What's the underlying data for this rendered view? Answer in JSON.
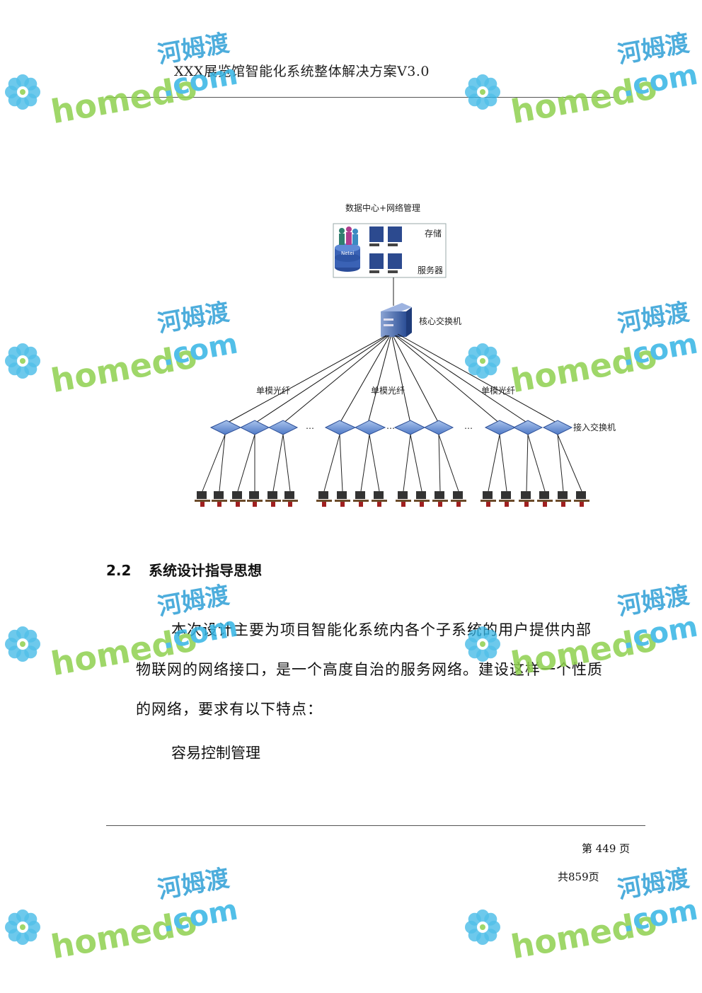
{
  "header": {
    "title": "XXX展览馆智能化系统整体解决方案V3.0"
  },
  "diagram": {
    "top_label": "数据中心+网络管理",
    "storage_label": "存储",
    "server_label": "服务器",
    "netei_label": "Netei",
    "core_switch_label": "核心交换机",
    "fiber_labels": [
      "单模光纤",
      "单模光纤",
      "单模光纤"
    ],
    "access_switch_label": "接入交换机",
    "ellipsis": "…"
  },
  "section": {
    "number": "2.2",
    "title": "系统设计指导思想",
    "paragraph": "本次设计主要为项目智能化系统内各个子系统的用户提供内部物联网的网络接口，是一个高度自治的服务网络。建设这样一个性质的网络，要求有以下特点：",
    "subitem": "容易控制管理"
  },
  "footer": {
    "page": "第 449 页",
    "total": "共859页"
  },
  "watermark": {
    "brand": "homedo",
    "domain": ".com",
    "cn": "河姆渡",
    "colors": {
      "green": "#8fd14f",
      "blue": "#35b5e5"
    }
  }
}
